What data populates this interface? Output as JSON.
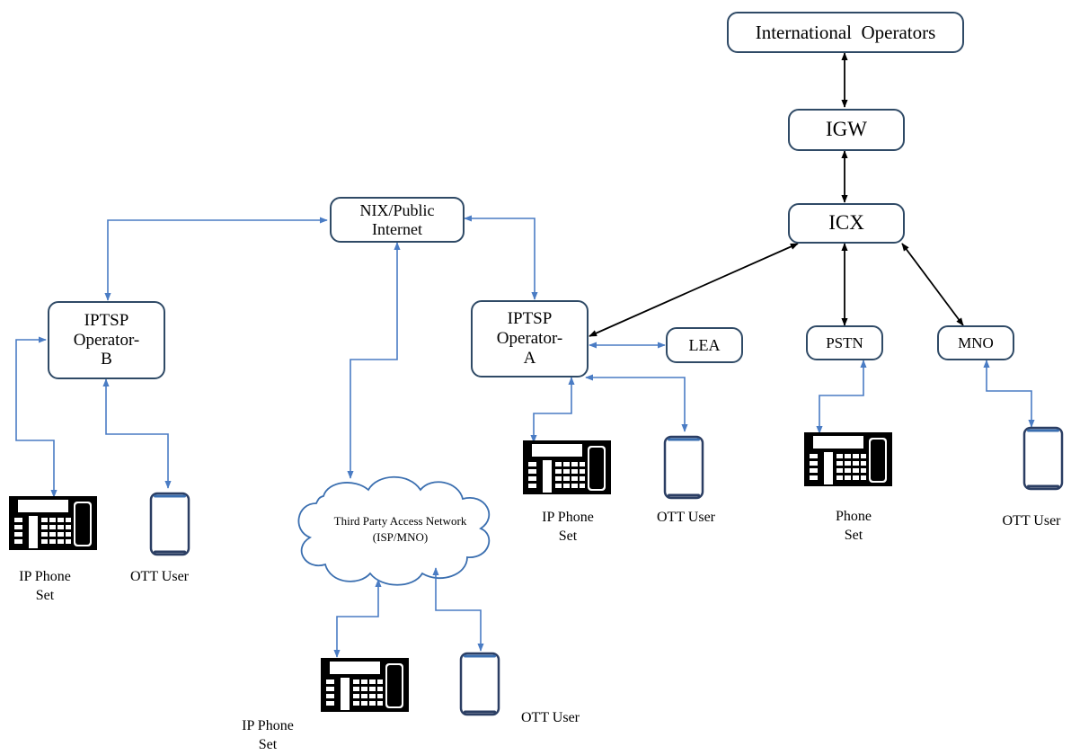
{
  "nodes": {
    "international": "International  Operators",
    "igw": "IGW",
    "icx": "ICX",
    "nix": "NIX/Public\nInternet",
    "iptsp_b": "IPTSP\nOperator-\nB",
    "iptsp_a": "IPTSP\nOperator-\nA",
    "lea": "LEA",
    "pstn": "PSTN",
    "mno": "MNO"
  },
  "cloud": {
    "line1": "Third Party Access Network",
    "line2": "(ISP/MNO)"
  },
  "device_labels": {
    "ip_phone_b": "IP Phone\nSet",
    "ott_b": "OTT User",
    "ip_phone_cloud": "IP Phone\nSet",
    "ott_cloud": "OTT User",
    "ip_phone_a": "IP Phone\nSet",
    "ott_a": "OTT User",
    "phone_pstn": "Phone\nSet",
    "ott_mno": "OTT User"
  },
  "colors": {
    "blue_link": "#4a7cc4",
    "black_link": "#000000",
    "box_border": "#2f4a66"
  },
  "icons": [
    "desk-phone-icon",
    "smartphone-icon",
    "cloud-icon"
  ]
}
